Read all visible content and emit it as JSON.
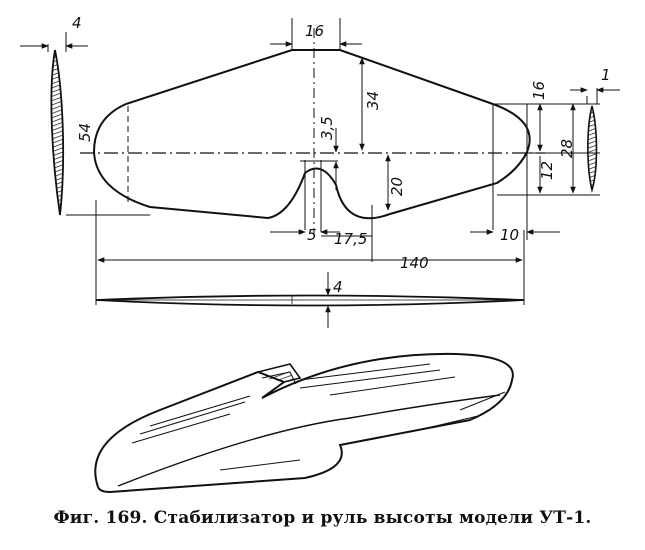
{
  "figure": {
    "caption": "Фиг. 169. Стабилизатор и руль высоты модели УТ-1.",
    "dimensions": {
      "root_thickness": "4",
      "center_chord_flat": "16",
      "half_chord_front": "34",
      "notch_depth": "3,5",
      "total_chord": "54",
      "tip_upper": "16",
      "tip_thickness": "1",
      "tip_chord": "28",
      "tip_lower": "12",
      "elevator_chord": "20",
      "notch_width": "5",
      "notch_offset": "17,5",
      "tip_length": "10",
      "span": "140",
      "front_view_thickness": "4"
    }
  }
}
